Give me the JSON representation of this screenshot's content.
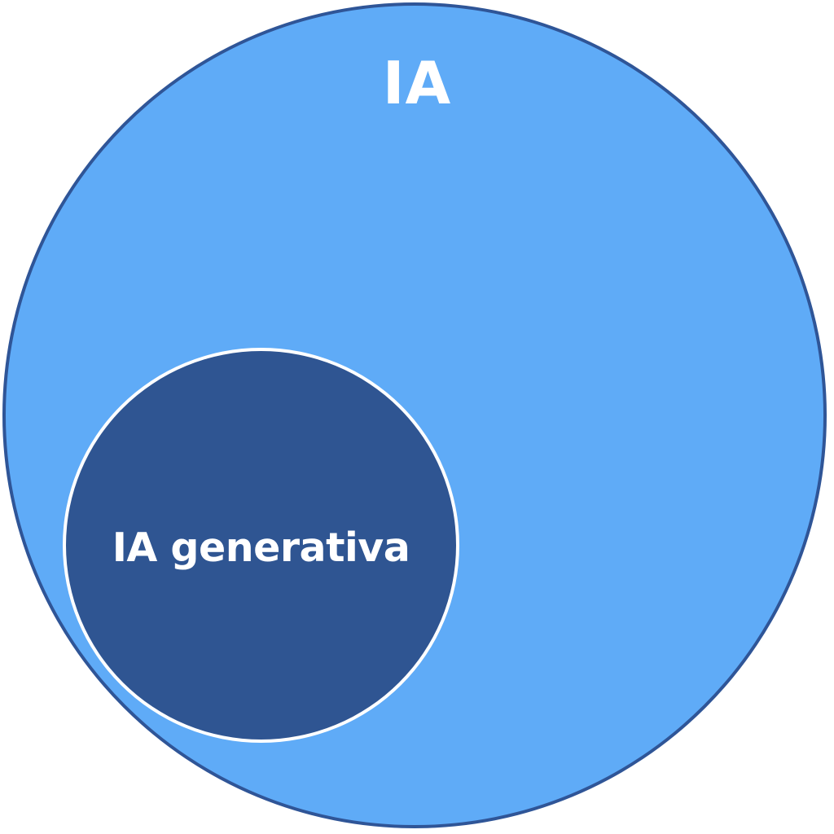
{
  "diagram": {
    "type": "nested-venn",
    "outer_set": {
      "label": "IA",
      "fill_color": "#5fabf7",
      "border_color": "#2f5597"
    },
    "inner_set": {
      "label": "IA generativa",
      "fill_color": "#2f5592",
      "border_color": "#ffffff"
    },
    "label_color": "#ffffff",
    "background_color": "#ffffff"
  }
}
